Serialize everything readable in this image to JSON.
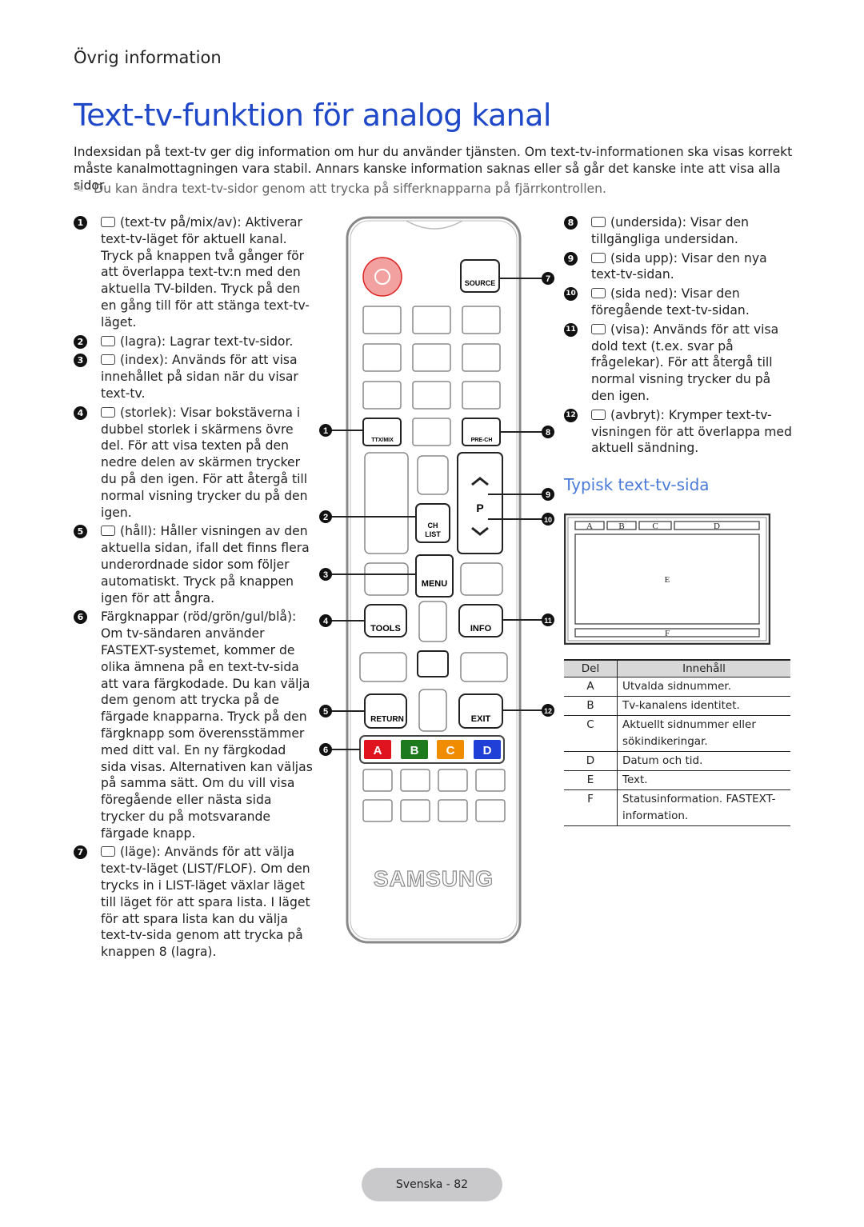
{
  "section": "Övrig information",
  "title": "Text-tv-funktion för analog kanal",
  "intro": "Indexsidan på text-tv ger dig information om hur du använder tjänsten. Om text-tv-informationen ska visas korrekt måste kanalmottagningen vara stabil. Annars kanske information saknas eller så går det kanske inte att visa alla sidor.",
  "note": "Du kan ändra text-tv-sidor genom att trycka på sifferknapparna på fjärrkontrollen.",
  "left_items": [
    {
      "n": "1",
      "text": "(text-tv på/mix/av): Aktiverar text-tv-läget för aktuell kanal. Tryck på knappen två gånger för att överlappa text-tv:n med den aktuella TV-bilden. Tryck på den en gång till för att stänga text-tv-läget."
    },
    {
      "n": "2",
      "text": "(lagra): Lagrar text-tv-sidor."
    },
    {
      "n": "3",
      "text": "(index): Används för att visa innehållet på sidan när du visar text-tv."
    },
    {
      "n": "4",
      "text": "(storlek): Visar bokstäverna i dubbel storlek i skärmens övre del. För att visa texten på den nedre delen av skärmen trycker du på den igen. För att återgå till normal visning trycker du på den igen."
    },
    {
      "n": "5",
      "text": "(håll): Håller visningen av den aktuella sidan, ifall det finns flera underordnade sidor som följer automatiskt. Tryck på knappen igen för att ångra."
    },
    {
      "n": "6",
      "text": "Färgknappar (röd/grön/gul/blå): Om tv-sändaren använder FASTEXT-systemet, kommer de olika ämnena på en text-tv-sida att vara färgkodade. Du kan välja dem genom att trycka på de färgade knapparna. Tryck på den färgknapp som överensstämmer med ditt val. En ny färgkodad sida visas. Alternativen kan väljas på samma sätt. Om du vill visa föregående eller nästa sida trycker du på motsvarande färgade knapp."
    },
    {
      "n": "7",
      "text": "(läge): Används för att välja text-tv-läget (LIST/FLOF). Om den trycks in i LIST-läget växlar läget till läget för att spara lista. I läget för att spara lista kan du välja text-tv-sida genom att trycka på knappen 8 (lagra)."
    }
  ],
  "right_items": [
    {
      "n": "8",
      "text": "(undersida): Visar den tillgängliga undersidan."
    },
    {
      "n": "9",
      "text": "(sida upp): Visar den nya text-tv-sidan."
    },
    {
      "n": "10",
      "text": "(sida ned): Visar den föregående text-tv-sidan."
    },
    {
      "n": "11",
      "text": "(visa): Används för att visa dold text (t.ex. svar på frågelekar). För att återgå till normal visning trycker du på den igen."
    },
    {
      "n": "12",
      "text": "(avbryt): Krymper text-tv-visningen för att överlappa med aktuell sändning."
    }
  ],
  "subtitle": "Typisk text-tv-sida",
  "screen": {
    "a": "A",
    "b": "B",
    "c": "C",
    "d": "D",
    "e": "E",
    "f": "F"
  },
  "remote": {
    "source": "SOURCE",
    "ttx": "TTX/MIX",
    "prech": "PRE-CH",
    "ch": "CH",
    "list": "LIST",
    "p": "P",
    "menu": "MENU",
    "tools": "TOOLS",
    "info": "INFO",
    "return": "RETURN",
    "exit": "EXIT",
    "a": "A",
    "b": "B",
    "c": "C",
    "d": "D",
    "brand": "SAMSUNG",
    "callouts": [
      "1",
      "2",
      "3",
      "4",
      "5",
      "6",
      "7",
      "8",
      "9",
      "10",
      "11",
      "12"
    ]
  },
  "table": {
    "headers": [
      "Del",
      "Innehåll"
    ],
    "rows": [
      [
        "A",
        "Utvalda sidnummer."
      ],
      [
        "B",
        "Tv-kanalens identitet."
      ],
      [
        "C",
        "Aktuellt sidnummer eller sökindikeringar."
      ],
      [
        "D",
        "Datum och tid."
      ],
      [
        "E",
        "Text."
      ],
      [
        "F",
        "Statusinformation. FASTEXT-information."
      ]
    ]
  },
  "footer": "Svenska - 82",
  "colors": {
    "title": "#1f48c8",
    "subtitle": "#4a7ad8",
    "red": "#e0141e",
    "green": "#1e7a1e",
    "yellow": "#f08c00",
    "blue": "#1f3fd6"
  }
}
